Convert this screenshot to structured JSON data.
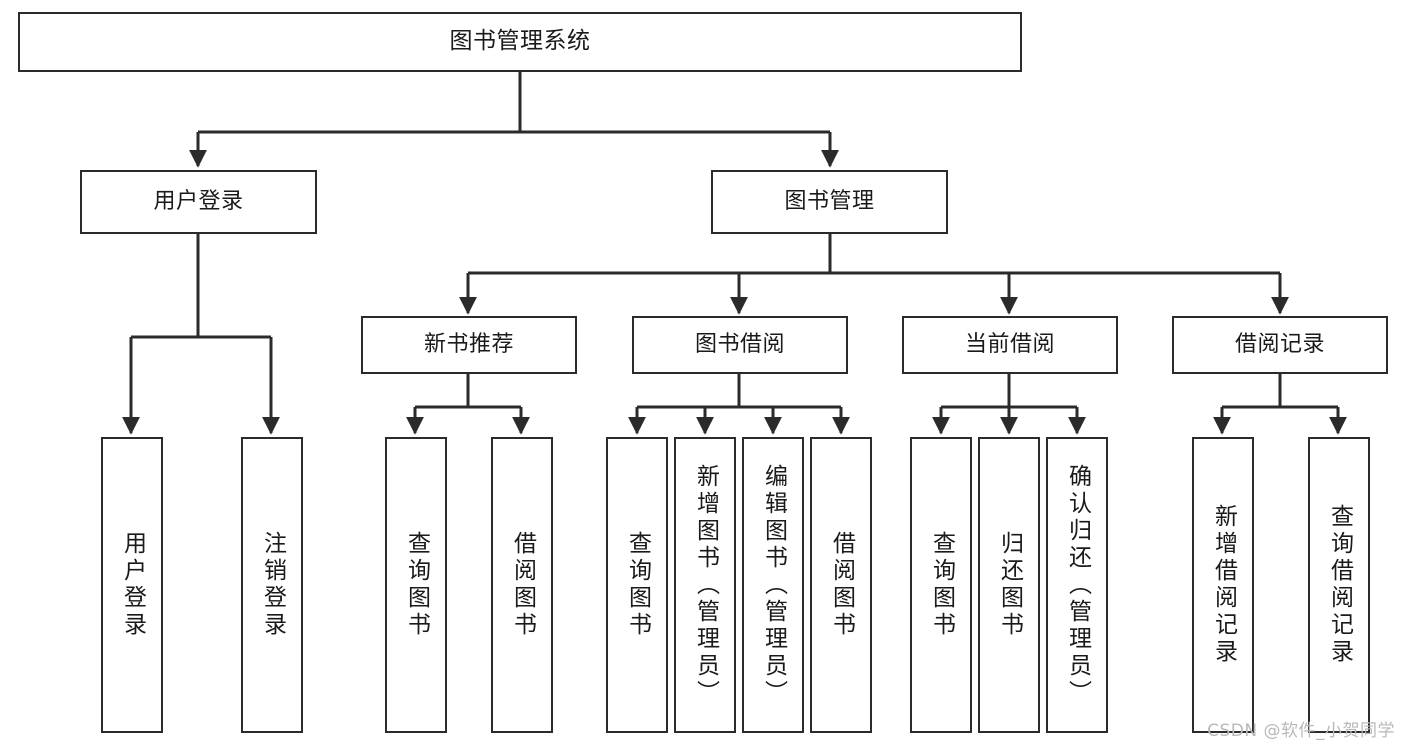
{
  "diagram": {
    "type": "tree",
    "title": "图书管理系统",
    "orientation": "top-down",
    "colors": {
      "background": "#ffffff",
      "node_fill": "#ffffff",
      "node_stroke": "#2b2b2b",
      "edge": "#2b2b2b",
      "text": "#1a1a1a",
      "watermark": "#b9b9b9"
    },
    "root": {
      "label": "图书管理系统"
    },
    "level1": [
      {
        "label": "用户登录"
      },
      {
        "label": "图书管理"
      }
    ],
    "level2": [
      {
        "label": "新书推荐"
      },
      {
        "label": "图书借阅"
      },
      {
        "label": "当前借阅"
      },
      {
        "label": "借阅记录"
      }
    ],
    "leaves": {
      "user_login": [
        {
          "label": "用户登录"
        },
        {
          "label": "注销登录"
        }
      ],
      "new_book_recommend": [
        {
          "label": "查询图书"
        },
        {
          "label": "借阅图书"
        }
      ],
      "book_borrow": [
        {
          "label": "查询图书"
        },
        {
          "label": "新增图书（管理员）"
        },
        {
          "label": "编辑图书（管理员）"
        },
        {
          "label": "借阅图书"
        }
      ],
      "current_borrow": [
        {
          "label": "查询图书"
        },
        {
          "label": "归还图书"
        },
        {
          "label": "确认归还（管理员）"
        }
      ],
      "borrow_record": [
        {
          "label": "新增借阅记录"
        },
        {
          "label": "查询借阅记录"
        }
      ]
    }
  },
  "watermark": {
    "text": "CSDN @软件_小贺同学"
  }
}
